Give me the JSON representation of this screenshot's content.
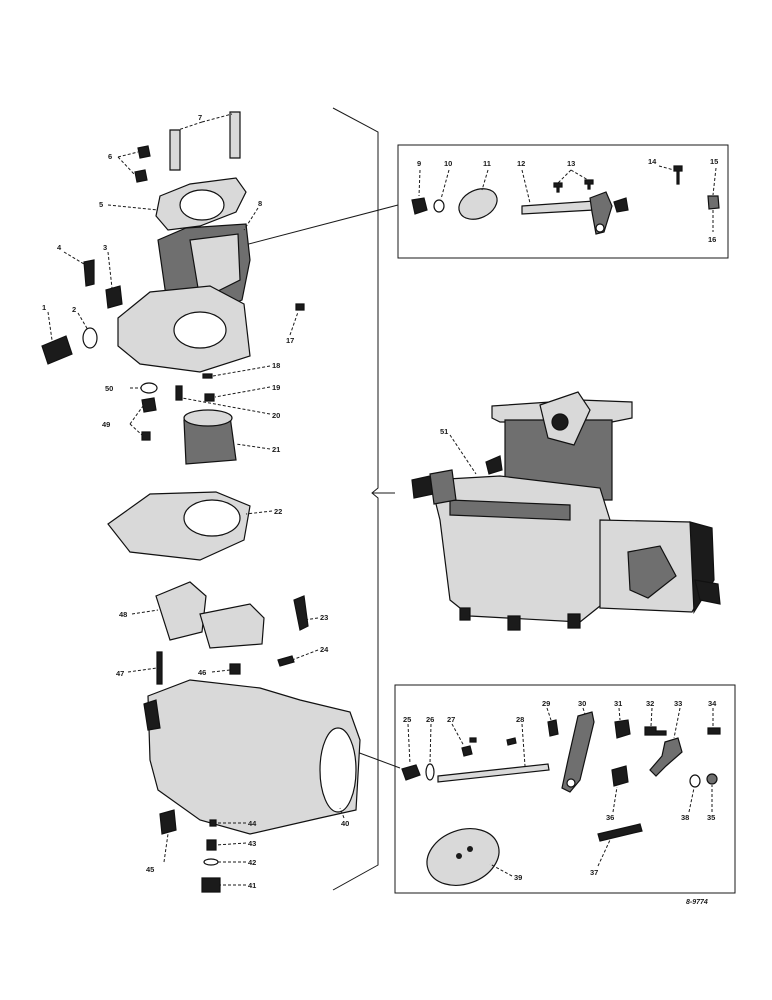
{
  "diagram": {
    "reference_code": "8-9774",
    "callouts": [
      "1",
      "2",
      "3",
      "4",
      "5",
      "6",
      "7",
      "8",
      "9",
      "10",
      "11",
      "12",
      "13",
      "14",
      "15",
      "16",
      "17",
      "18",
      "19",
      "20",
      "21",
      "22",
      "23",
      "24",
      "25",
      "26",
      "27",
      "28",
      "29",
      "30",
      "31",
      "32",
      "33",
      "34",
      "35",
      "36",
      "37",
      "38",
      "39",
      "40",
      "41",
      "42",
      "43",
      "44",
      "45",
      "46",
      "47",
      "48",
      "49",
      "50",
      "51"
    ]
  }
}
